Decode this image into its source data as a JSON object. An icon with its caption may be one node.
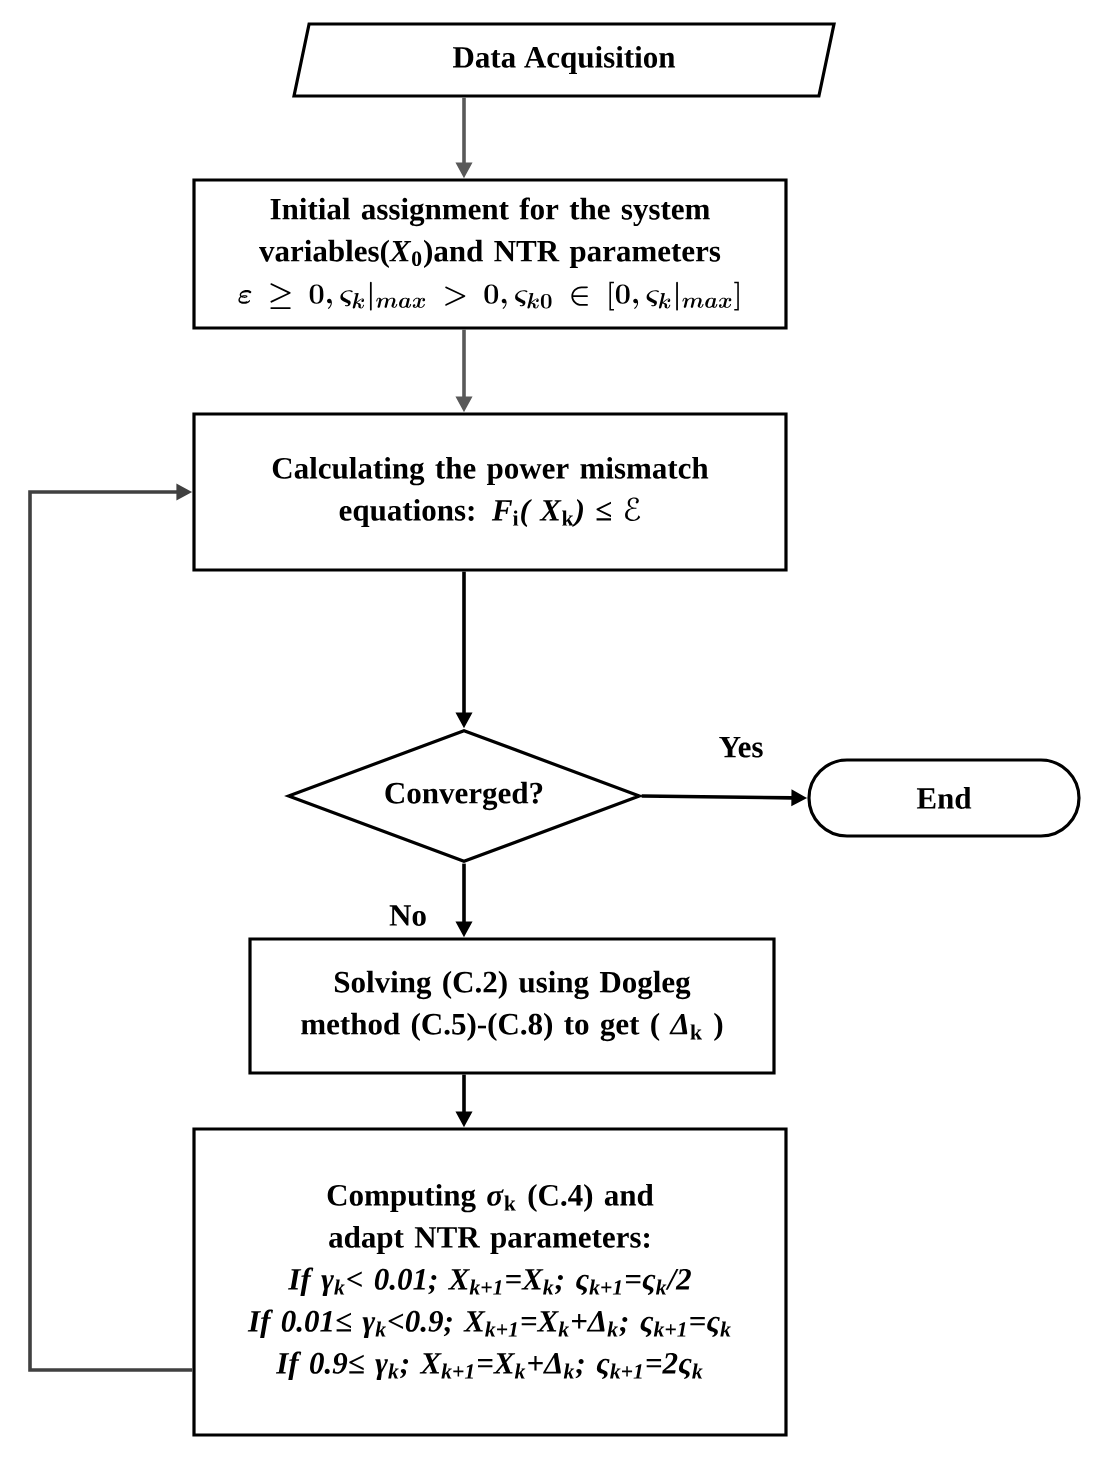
{
  "diagram": {
    "nodes": [
      {
        "text": [
          "Data Acquisition"
        ]
      },
      {
        "text": [
          "Initial assignment for the system variables(*X*$_{0}$)and NTR parameters",
          "\\varepsilon \\geq 0, \\varsigma_k|_{max} >0, \\varsigma_{k0} \\in [0, \\varsigma_k|_{max}]"
        ]
      },
      {
        "text": [
          "Calculating the power mismatch equations: *F*$_{i}$*( X*$_{k}$*)* ≤ *ℰ*"
        ]
      },
      {
        "text": [
          "Converged?"
        ]
      },
      {
        "text": [
          "End"
        ]
      },
      {
        "text": [
          "Solving (C.2) using Dogleg method (C.5)-(C.8) to get ( *Δ*$_{k}$ )"
        ]
      },
      {
        "text": [
          "Computing *σ*$_{k}$ (C.4) and adapt NTR parameters:",
          "If  γ$_{k}$< 0.01; X$_{k+1}$=X$_{k}$; ς$_{k+1}$=ς$_{k}$/2",
          "If 0.01≤ γ$_{k}$<0.9; X$_{k+1}$=X$_{k}$+Δ$_{k}$; ς$_{k+1}$=ς$_{k}$",
          "If 0.9≤ γ$_{k}$; X$_{k+1}$=X$_{k}$+Δ$_{k}$; ς$_{k+1}$=2ς$_{k}$"
        ]
      }
    ],
    "edges": [
      {
        "from": 0,
        "to": 1,
        "arrow": "to",
        "color": "#595959"
      },
      {
        "from": 1,
        "to": 2,
        "arrow": "to",
        "color": "#595959"
      },
      {
        "from": 2,
        "to": 3,
        "arrow": "to"
      },
      {
        "from": 3,
        "to": 4,
        "arrow": "to",
        "label": "Yes"
      },
      {
        "from": 3,
        "to": 5,
        "arrow": "to",
        "label": "No"
      },
      {
        "from": 5,
        "to": 6,
        "arrow": "to"
      },
      {
        "from": 6,
        "to": 2,
        "arrow": "to",
        "color": "#404040"
      }
    ]
  }
}
